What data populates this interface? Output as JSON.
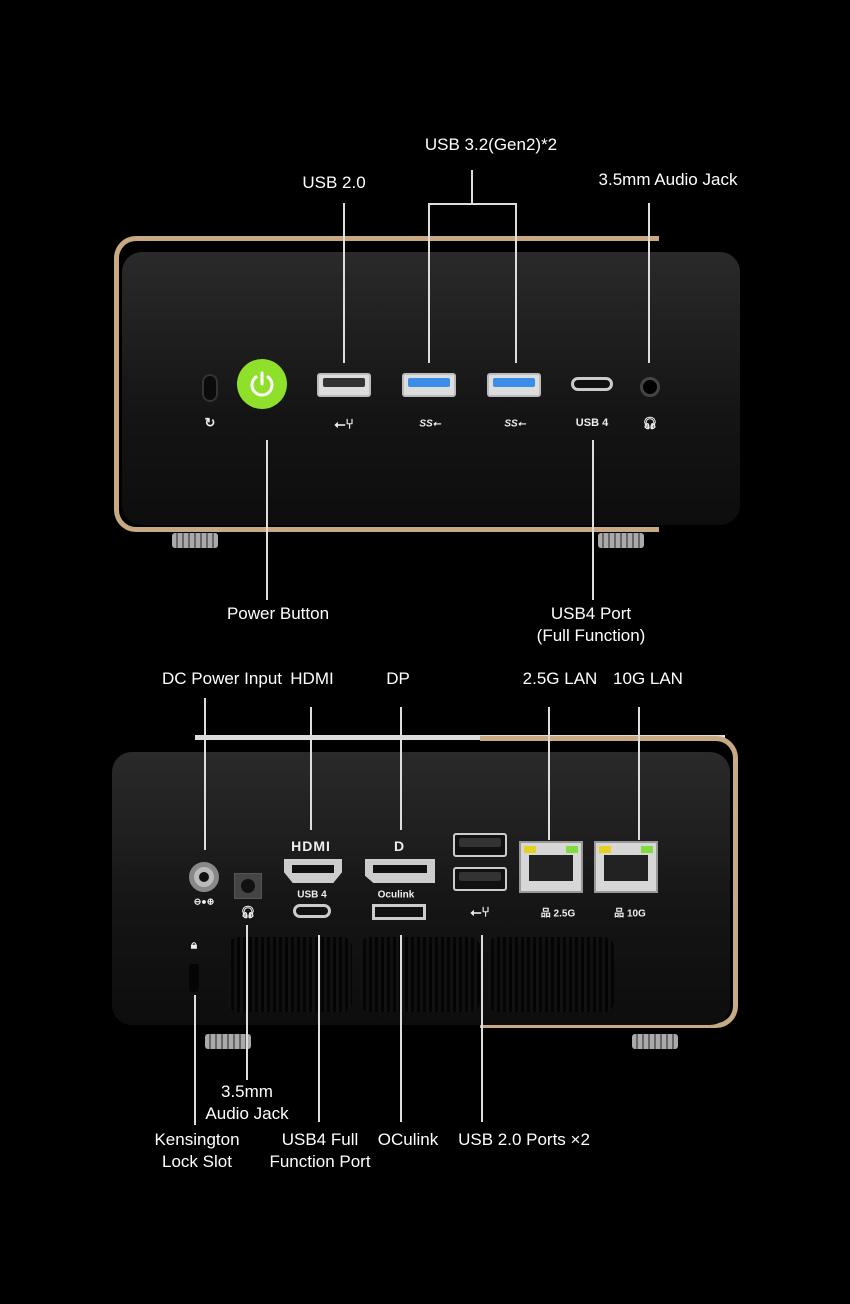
{
  "front": {
    "callouts": {
      "usb32": "USB 3.2(Gen2)*2",
      "usb20": "USB 2.0",
      "audio": "3.5mm Audio Jack",
      "power": "Power Button",
      "usb4_line1": "USB4 Port",
      "usb4_line2": "(Full Function)"
    },
    "port_labels": {
      "usb4": "USB 4"
    }
  },
  "rear": {
    "callouts": {
      "dc": "DC Power Input",
      "hdmi": "HDMI",
      "dp": "DP",
      "lan25": "2.5G LAN",
      "lan10": "10G LAN",
      "audio_line1": "3.5mm",
      "audio_line2": "Audio Jack",
      "kensington_line1": "Kensington",
      "kensington_line2": "Lock Slot",
      "usb4_line1": "USB4 Full",
      "usb4_line2": "Function Port",
      "oculink": "OCulink",
      "usb20": "USB 2.0 Ports ×2"
    },
    "port_labels": {
      "hdmi": "HDMI",
      "usb4": "USB 4",
      "oculink": "Oculink",
      "lan25": "2.5G",
      "lan10": "10G"
    }
  },
  "colors": {
    "power_button": "#8ee02a",
    "frame": "#c9a983",
    "usb3": "#3a8ee8"
  }
}
